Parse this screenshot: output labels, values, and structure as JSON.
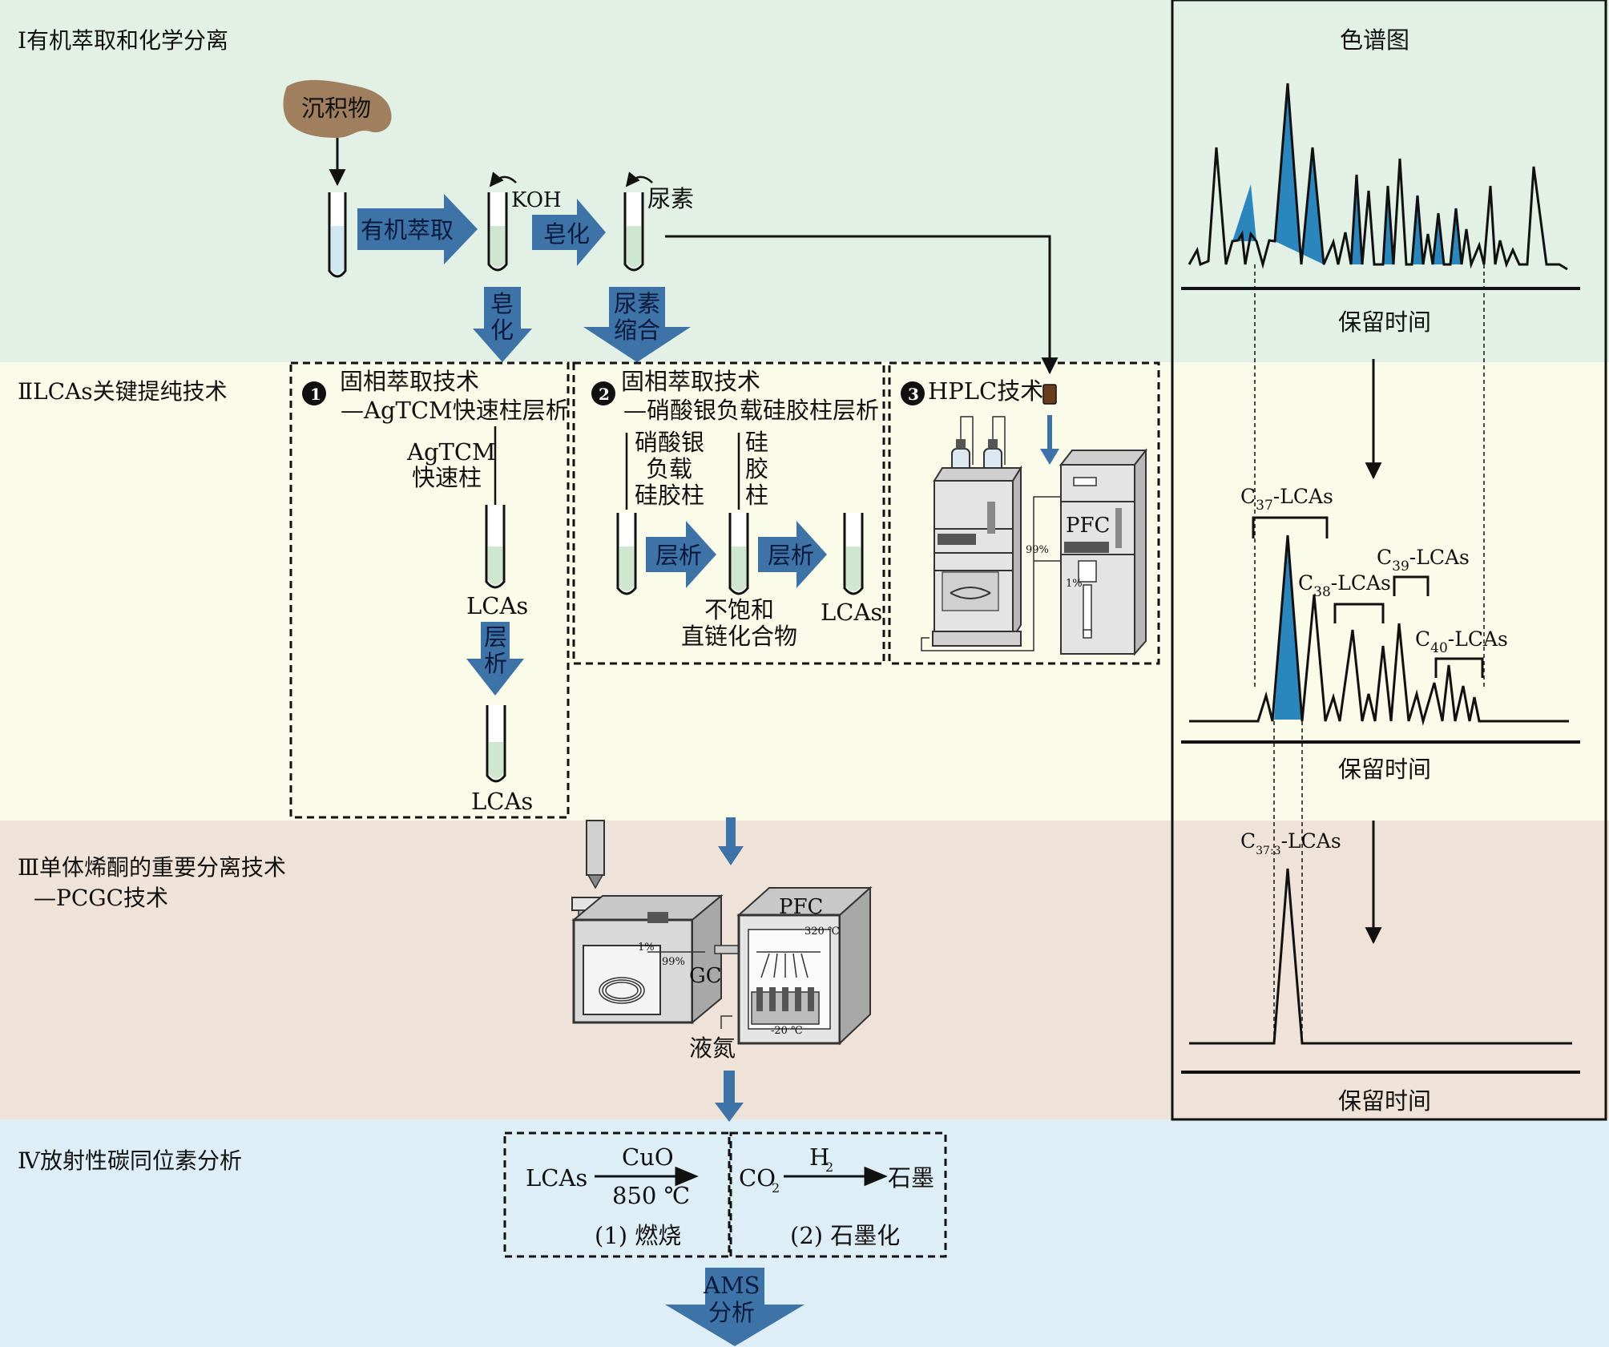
{
  "sections": {
    "s1": "Ⅰ有机萃取和化学分离",
    "s2": "ⅡLCAs关键提纯技术",
    "s3": "Ⅲ单体烯酮的重要分离技术",
    "s3b": "—PCGC技术",
    "s4": "Ⅳ放射性碳同位素分析"
  },
  "colors": {
    "s1": "#e2f0e5",
    "s2": "#fbfbe9",
    "s3": "#efe3d9",
    "s4": "#deeef6",
    "arrow": "#3d73a6",
    "arrow_text": "#0b1a3c",
    "peak_fill": "#2c86be",
    "sediment": "#a07f5f",
    "tube_liquid_blue": "#cfe7f1",
    "tube_liquid_green": "#cfe6cf"
  },
  "extraction": {
    "sediment": "沉积物",
    "organic_extraction": "有机萃取",
    "koh": "KOH",
    "saponify": "皂化",
    "urea": "尿素",
    "saponify_down_1": "皂",
    "saponify_down_2": "化",
    "urea_down_1": "尿素",
    "urea_down_2": "缩合"
  },
  "purification": {
    "m1_num": "1",
    "m1_title": "固相萃取技术",
    "m1_sub": "—AgTCM快速柱层析",
    "agtcm_1": "AgTCM",
    "agtcm_2": "快速柱",
    "lcas": "LCAs",
    "chrom_1": "层",
    "chrom_2": "析",
    "m2_num": "2",
    "m2_title": "固相萃取技术",
    "m2_sub": "—硝酸银负载硅胶柱层析",
    "ag_col_1": "硝酸银",
    "ag_col_2": "负载",
    "ag_col_3": "硅胶柱",
    "si_col_1": "硅",
    "si_col_2": "胶",
    "si_col_3": "柱",
    "chrom": "层析",
    "unsat_1": "不饱和",
    "unsat_2": "直链化合物",
    "m3_num": "3",
    "m3_title": "HPLC技术",
    "pfc": "PFC",
    "pct99": "99%",
    "pct1": "1%"
  },
  "pcgc": {
    "pfc": "PFC",
    "gc": "GC",
    "temp_high": "320 ℃",
    "temp_low": "-20 ℃",
    "pct1": "1%",
    "pct99": "99%",
    "ln2": "液氮"
  },
  "radiocarbon": {
    "lcas": "LCAs",
    "cuo": "CuO",
    "temp": "850 ℃",
    "step1": "(1) 燃烧",
    "co2": "CO",
    "co2_sub": "2",
    "h2": "H",
    "h2_sub": "2",
    "graphite": "石墨",
    "step2": "(2) 石墨化",
    "ams_1": "AMS",
    "ams_2": "分析"
  },
  "chromatogram": {
    "title": "色谱图",
    "xaxis": "保留时间",
    "c37": "C37-LCAs",
    "c37_pre": "C",
    "c37_sub": "37",
    "c38_pre": "C",
    "c38_sub": "38",
    "c39_pre": "C",
    "c39_sub": "39",
    "c40_pre": "C",
    "c40_sub": "40",
    "c373_pre": "C",
    "c373_sub": "37:3",
    "lcas_suffix": "-LCAs"
  }
}
